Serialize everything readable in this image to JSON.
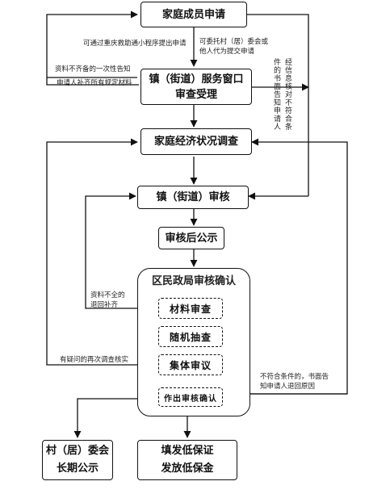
{
  "steps": {
    "apply": "家庭成员申请",
    "window": "镇（街道）服务窗口\n审查受理",
    "survey": "家庭经济状况调查",
    "town_review": "镇（街道）审核",
    "publicity": "审核后公示",
    "district": "区民政局审核确认",
    "material": "材料审查",
    "spot_check": "随机抽查",
    "collective": "集体审议",
    "decision": "作出审核确认",
    "village": "村（居）委会\n长期公示",
    "issue": "填发低保证\n发放低保金"
  },
  "notes": {
    "mini_program": "可通过重庆救助通小程序提出申请",
    "entrust": "可委托村（居）委会或\n他人代为提交申请",
    "incomplete_once": "资料不齐备的一次性告知",
    "supplement": "申请人补齐所有规定材料",
    "reject_info": "经信息核对不符合条",
    "reject_info_2": "件的书面告知申请人",
    "incomplete_return": "资料不全的\n退回补齐",
    "doubt_recheck": "有疑问的再次调查核实",
    "not_eligible": "不符合条件的，书面告\n知申请人退回原因"
  }
}
